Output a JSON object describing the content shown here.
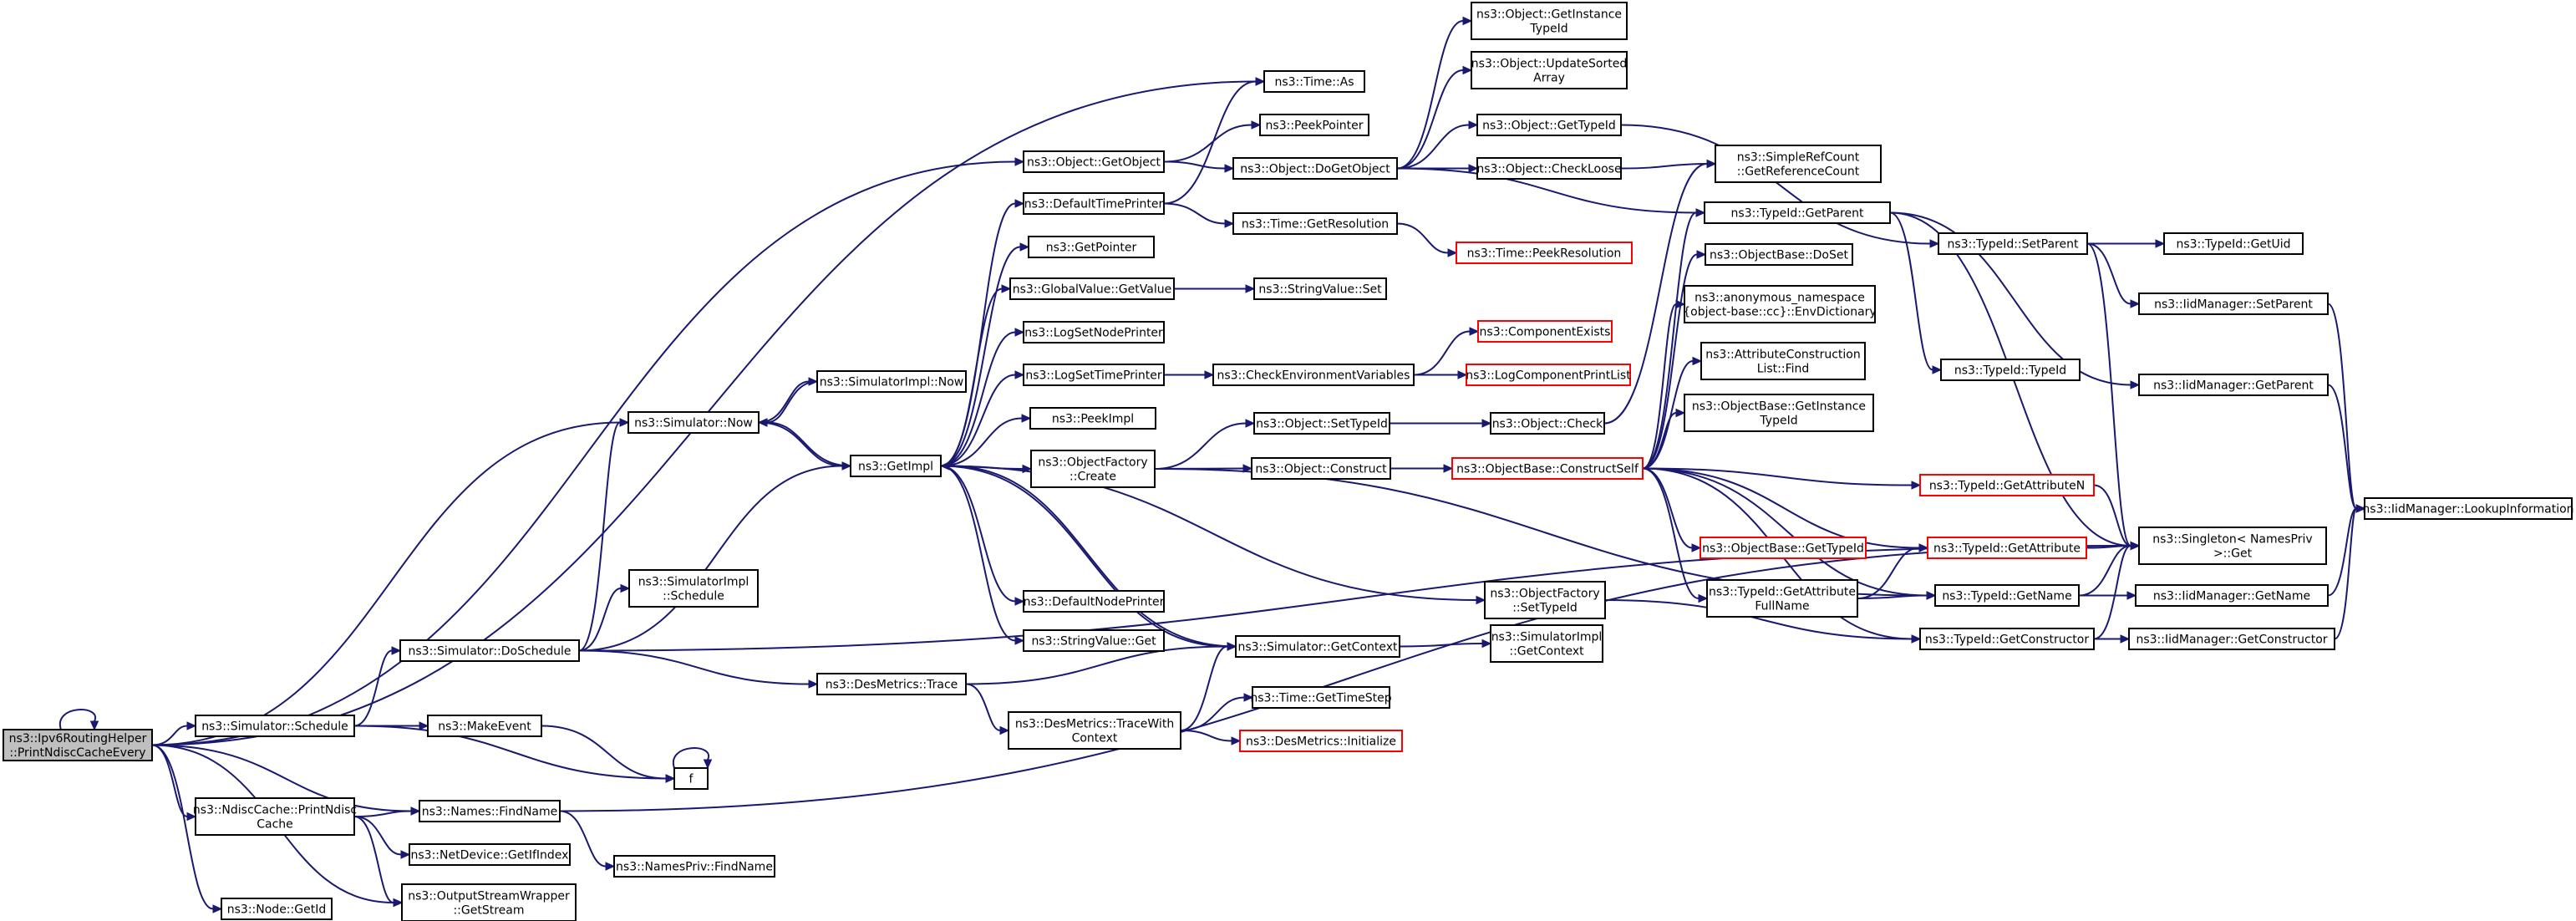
{
  "colors": {
    "edge": "#191970",
    "border_normal": "#000000",
    "border_truncated": "#ff0000",
    "fill_normal": "#ffffff",
    "fill_root": "#bfbfbf",
    "text": "#000000"
  },
  "nodes": [
    {
      "id": "n0",
      "lines": [
        "ns3::Ipv6RoutingHelper",
        "::PrintNdiscCacheEvery"
      ],
      "style": "root"
    },
    {
      "id": "n1",
      "lines": [
        "ns3::Time::As"
      ]
    },
    {
      "id": "n2",
      "lines": [
        "ns3::Object::GetObject"
      ]
    },
    {
      "id": "n3",
      "lines": [
        "ns3::PeekPointer"
      ]
    },
    {
      "id": "n4",
      "lines": [
        "ns3::Object::DoGetObject"
      ]
    },
    {
      "id": "n5",
      "lines": [
        "ns3::Object::GetInstance",
        "TypeId"
      ]
    },
    {
      "id": "n6",
      "lines": [
        "ns3::Object::UpdateSorted",
        "Array"
      ]
    },
    {
      "id": "n7",
      "lines": [
        "ns3::Object::GetTypeId"
      ]
    },
    {
      "id": "n8",
      "lines": [
        "ns3::Object::CheckLoose"
      ]
    },
    {
      "id": "n9",
      "lines": [
        "ns3::SimpleRefCount",
        "::GetReferenceCount"
      ]
    },
    {
      "id": "n10",
      "lines": [
        "ns3::TypeId::GetParent"
      ]
    },
    {
      "id": "n11",
      "lines": [
        "ns3::TypeId::SetParent"
      ]
    },
    {
      "id": "n12",
      "lines": [
        "ns3::TypeId::GetUid"
      ]
    },
    {
      "id": "n13",
      "lines": [
        "ns3::IidManager::SetParent"
      ]
    },
    {
      "id": "n14",
      "lines": [
        "ns3::TypeId::TypeId"
      ]
    },
    {
      "id": "n15",
      "lines": [
        "ns3::IidManager::GetParent"
      ]
    },
    {
      "id": "n16",
      "lines": [
        "ns3::IidManager::LookupInformation"
      ]
    },
    {
      "id": "n17",
      "lines": [
        "ns3::Singleton< NamesPriv",
        ">::Get"
      ]
    },
    {
      "id": "n18",
      "lines": [
        "ns3::IidManager::GetName"
      ]
    },
    {
      "id": "n19",
      "lines": [
        "ns3::IidManager::GetConstructor"
      ]
    },
    {
      "id": "n20",
      "lines": [
        "ns3::DefaultTimePrinter"
      ]
    },
    {
      "id": "n21",
      "lines": [
        "ns3::Time::GetResolution"
      ]
    },
    {
      "id": "n22",
      "lines": [
        "ns3::Time::PeekResolution"
      ],
      "style": "truncated"
    },
    {
      "id": "n23",
      "lines": [
        "ns3::GetPointer"
      ]
    },
    {
      "id": "n24",
      "lines": [
        "ns3::GlobalValue::GetValue"
      ]
    },
    {
      "id": "n25",
      "lines": [
        "ns3::StringValue::Set"
      ]
    },
    {
      "id": "n26",
      "lines": [
        "ns3::LogSetNodePrinter"
      ]
    },
    {
      "id": "n27",
      "lines": [
        "ns3::LogSetTimePrinter"
      ]
    },
    {
      "id": "n28",
      "lines": [
        "ns3::CheckEnvironmentVariables"
      ]
    },
    {
      "id": "n29",
      "lines": [
        "ns3::ComponentExists"
      ],
      "style": "truncated"
    },
    {
      "id": "n30",
      "lines": [
        "ns3::LogComponentPrintList"
      ],
      "style": "truncated"
    },
    {
      "id": "n31",
      "lines": [
        "ns3::PeekImpl"
      ]
    },
    {
      "id": "n32",
      "lines": [
        "ns3::ObjectFactory",
        "::Create"
      ]
    },
    {
      "id": "n33",
      "lines": [
        "ns3::Object::SetTypeId"
      ]
    },
    {
      "id": "n34",
      "lines": [
        "ns3::Object::Check"
      ]
    },
    {
      "id": "n35",
      "lines": [
        "ns3::Object::Construct"
      ]
    },
    {
      "id": "n36",
      "lines": [
        "ns3::ObjectBase::ConstructSelf"
      ],
      "style": "truncated"
    },
    {
      "id": "n37",
      "lines": [
        "ns3::ObjectBase::DoSet"
      ]
    },
    {
      "id": "n38",
      "lines": [
        "ns3::anonymous_namespace",
        "{object-base::cc}::EnvDictionary"
      ]
    },
    {
      "id": "n39",
      "lines": [
        "ns3::AttributeConstruction",
        "List::Find"
      ]
    },
    {
      "id": "n40",
      "lines": [
        "ns3::ObjectBase::GetInstance",
        "TypeId"
      ]
    },
    {
      "id": "n41",
      "lines": [
        "ns3::TypeId::GetAttributeN"
      ],
      "style": "truncated"
    },
    {
      "id": "n42",
      "lines": [
        "ns3::ObjectBase::GetTypeId"
      ],
      "style": "truncated"
    },
    {
      "id": "n43",
      "lines": [
        "ns3::TypeId::GetAttribute"
      ],
      "style": "truncated"
    },
    {
      "id": "n44",
      "lines": [
        "ns3::TypeId::GetAttribute",
        "FullName"
      ]
    },
    {
      "id": "n45",
      "lines": [
        "ns3::TypeId::GetName"
      ]
    },
    {
      "id": "n46",
      "lines": [
        "ns3::TypeId::GetConstructor"
      ]
    },
    {
      "id": "n47",
      "lines": [
        "ns3::ObjectFactory",
        "::SetTypeId"
      ]
    },
    {
      "id": "n48",
      "lines": [
        "ns3::SimulatorImpl",
        "::GetContext"
      ]
    },
    {
      "id": "n49",
      "lines": [
        "ns3::Simulator::GetContext"
      ]
    },
    {
      "id": "n50",
      "lines": [
        "ns3::SimulatorImpl::Now"
      ]
    },
    {
      "id": "n51",
      "lines": [
        "ns3::Simulator::Now"
      ]
    },
    {
      "id": "n52",
      "lines": [
        "ns3::GetImpl"
      ]
    },
    {
      "id": "n53",
      "lines": [
        "ns3::DefaultNodePrinter"
      ]
    },
    {
      "id": "n54",
      "lines": [
        "ns3::StringValue::Get"
      ]
    },
    {
      "id": "n55",
      "lines": [
        "ns3::SimulatorImpl",
        "::Schedule"
      ]
    },
    {
      "id": "n56",
      "lines": [
        "ns3::Simulator::DoSchedule"
      ]
    },
    {
      "id": "n57",
      "lines": [
        "ns3::DesMetrics::Trace"
      ]
    },
    {
      "id": "n58",
      "lines": [
        "ns3::DesMetrics::TraceWith",
        "Context"
      ]
    },
    {
      "id": "n59",
      "lines": [
        "ns3::Time::GetTimeStep"
      ]
    },
    {
      "id": "n60",
      "lines": [
        "ns3::DesMetrics::Initialize"
      ],
      "style": "truncated"
    },
    {
      "id": "n61",
      "lines": [
        "ns3::Simulator::Schedule"
      ]
    },
    {
      "id": "n62",
      "lines": [
        "ns3::MakeEvent"
      ]
    },
    {
      "id": "n63",
      "lines": [
        "f"
      ]
    },
    {
      "id": "n64",
      "lines": [
        "ns3::NdiscCache::PrintNdisc",
        "Cache"
      ]
    },
    {
      "id": "n65",
      "lines": [
        "ns3::Names::FindName"
      ]
    },
    {
      "id": "n66",
      "lines": [
        "ns3::NetDevice::GetIfIndex"
      ]
    },
    {
      "id": "n67",
      "lines": [
        "ns3::NamesPriv::FindName"
      ]
    },
    {
      "id": "n68",
      "lines": [
        "ns3::OutputStreamWrapper",
        "::GetStream"
      ]
    },
    {
      "id": "n69",
      "lines": [
        "ns3::Node::GetId"
      ]
    }
  ],
  "edges": [
    [
      "n0",
      "n0"
    ],
    [
      "n0",
      "n1"
    ],
    [
      "n0",
      "n2"
    ],
    [
      "n0",
      "n51"
    ],
    [
      "n0",
      "n61"
    ],
    [
      "n0",
      "n64"
    ],
    [
      "n0",
      "n65"
    ],
    [
      "n0",
      "n68"
    ],
    [
      "n0",
      "n69"
    ],
    [
      "n2",
      "n3"
    ],
    [
      "n2",
      "n4"
    ],
    [
      "n4",
      "n5"
    ],
    [
      "n4",
      "n6"
    ],
    [
      "n4",
      "n7"
    ],
    [
      "n4",
      "n8"
    ],
    [
      "n4",
      "n10"
    ],
    [
      "n7",
      "n11"
    ],
    [
      "n8",
      "n9"
    ],
    [
      "n10",
      "n17"
    ],
    [
      "n10",
      "n15"
    ],
    [
      "n10",
      "n14"
    ],
    [
      "n11",
      "n12"
    ],
    [
      "n11",
      "n13"
    ],
    [
      "n11",
      "n17"
    ],
    [
      "n13",
      "n16"
    ],
    [
      "n15",
      "n16"
    ],
    [
      "n18",
      "n16"
    ],
    [
      "n19",
      "n16"
    ],
    [
      "n20",
      "n1"
    ],
    [
      "n20",
      "n21"
    ],
    [
      "n21",
      "n22"
    ],
    [
      "n24",
      "n25"
    ],
    [
      "n27",
      "n28"
    ],
    [
      "n28",
      "n29"
    ],
    [
      "n28",
      "n30"
    ],
    [
      "n32",
      "n33"
    ],
    [
      "n32",
      "n35"
    ],
    [
      "n32",
      "n45"
    ],
    [
      "n33",
      "n34"
    ],
    [
      "n34",
      "n9"
    ],
    [
      "n35",
      "n36"
    ],
    [
      "n36",
      "n10"
    ],
    [
      "n36",
      "n37"
    ],
    [
      "n36",
      "n38"
    ],
    [
      "n36",
      "n39"
    ],
    [
      "n36",
      "n40"
    ],
    [
      "n36",
      "n41"
    ],
    [
      "n36",
      "n42"
    ],
    [
      "n36",
      "n43"
    ],
    [
      "n36",
      "n44"
    ],
    [
      "n36",
      "n45"
    ],
    [
      "n36",
      "n46"
    ],
    [
      "n41",
      "n17"
    ],
    [
      "n43",
      "n17"
    ],
    [
      "n44",
      "n43"
    ],
    [
      "n44",
      "n45"
    ],
    [
      "n45",
      "n17"
    ],
    [
      "n45",
      "n18"
    ],
    [
      "n46",
      "n17"
    ],
    [
      "n46",
      "n19"
    ],
    [
      "n47",
      "n46"
    ],
    [
      "n49",
      "n48"
    ],
    [
      "n50",
      "n51"
    ],
    [
      "n51",
      "n50"
    ],
    [
      "n51",
      "n52"
    ],
    [
      "n52",
      "n51"
    ],
    [
      "n52",
      "n20"
    ],
    [
      "n52",
      "n23"
    ],
    [
      "n52",
      "n24"
    ],
    [
      "n52",
      "n26"
    ],
    [
      "n52",
      "n27"
    ],
    [
      "n52",
      "n31"
    ],
    [
      "n52",
      "n32"
    ],
    [
      "n52",
      "n47"
    ],
    [
      "n52",
      "n53"
    ],
    [
      "n52",
      "n54"
    ],
    [
      "n52",
      "n49"
    ],
    [
      "n49",
      "n52"
    ],
    [
      "n56",
      "n51"
    ],
    [
      "n56",
      "n52"
    ],
    [
      "n56",
      "n55"
    ],
    [
      "n56",
      "n57"
    ],
    [
      "n56",
      "n17"
    ],
    [
      "n57",
      "n49"
    ],
    [
      "n57",
      "n58"
    ],
    [
      "n58",
      "n49"
    ],
    [
      "n58",
      "n59"
    ],
    [
      "n58",
      "n60"
    ],
    [
      "n61",
      "n56"
    ],
    [
      "n61",
      "n62"
    ],
    [
      "n61",
      "n63"
    ],
    [
      "n62",
      "n63"
    ],
    [
      "n63",
      "n63"
    ],
    [
      "n64",
      "n65"
    ],
    [
      "n64",
      "n66"
    ],
    [
      "n64",
      "n68"
    ],
    [
      "n65",
      "n67"
    ],
    [
      "n65",
      "n17"
    ]
  ]
}
